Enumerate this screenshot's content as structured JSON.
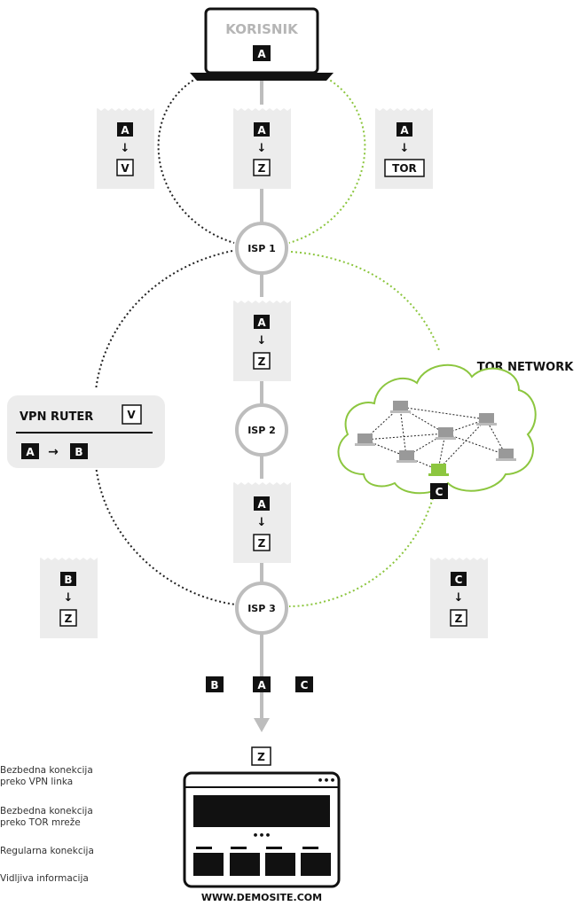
{
  "user": {
    "title": "KORISNIK",
    "address": "A"
  },
  "packets": {
    "top_left": {
      "from": "A",
      "to": "V"
    },
    "top_center": {
      "from": "A",
      "to": "Z"
    },
    "top_right": {
      "from": "A",
      "to": "TOR"
    },
    "mid_1": {
      "from": "A",
      "to": "Z"
    },
    "mid_2": {
      "from": "A",
      "to": "Z"
    },
    "bottom_left": {
      "from": "B",
      "to": "Z"
    },
    "bottom_right": {
      "from": "C",
      "to": "Z"
    }
  },
  "isp_nodes": [
    "ISP 1",
    "ISP 2",
    "ISP 3"
  ],
  "vpn_router": {
    "title": "VPN RUTER",
    "badge": "V",
    "from": "A",
    "arrow": "→",
    "to": "B"
  },
  "tor_network": {
    "title": "TOR NETWORK",
    "exit": "C"
  },
  "exit_addresses": [
    "B",
    "A",
    "C"
  ],
  "destination": {
    "address": "Z",
    "site": "WWW.DEMOSITE.COM",
    "dots": "•••"
  },
  "legend": [
    {
      "text": "Bezbedna konekcija\npreko VPN linka"
    },
    {
      "text": "Bezbedna konekcija\npreko TOR mreže"
    },
    {
      "text": "Regularna konekcija"
    },
    {
      "text": "Vidljiva informacija"
    }
  ],
  "colors": {
    "tor_green": "#8cc63f",
    "line_gray": "#bdbdbd",
    "card_bg": "#ececec",
    "dark": "#1a1a1a"
  }
}
